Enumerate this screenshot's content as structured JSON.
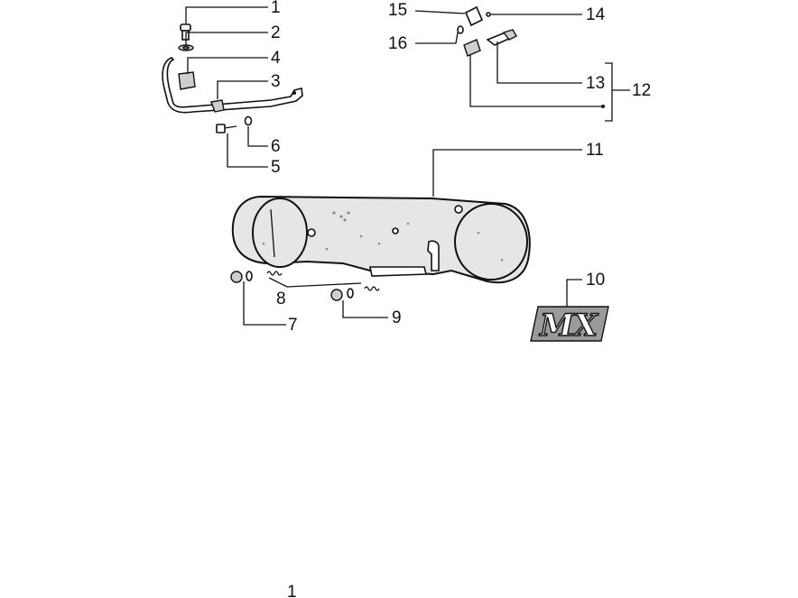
{
  "diagram": {
    "callouts": {
      "c1": "1",
      "c2": "2",
      "c3": "3",
      "c4": "4",
      "c5": "5",
      "c6": "6",
      "c7": "7",
      "c8": "8",
      "c9": "9",
      "c10": "10",
      "c11": "11",
      "c12": "12",
      "c13": "13",
      "c14": "14",
      "c15": "15",
      "c16": "16"
    },
    "logo_text": "MX",
    "page_number": "1"
  },
  "colors": {
    "ink": "#111111",
    "case_fill": "#e6e6e6",
    "speckle": "#8a8a8a"
  }
}
